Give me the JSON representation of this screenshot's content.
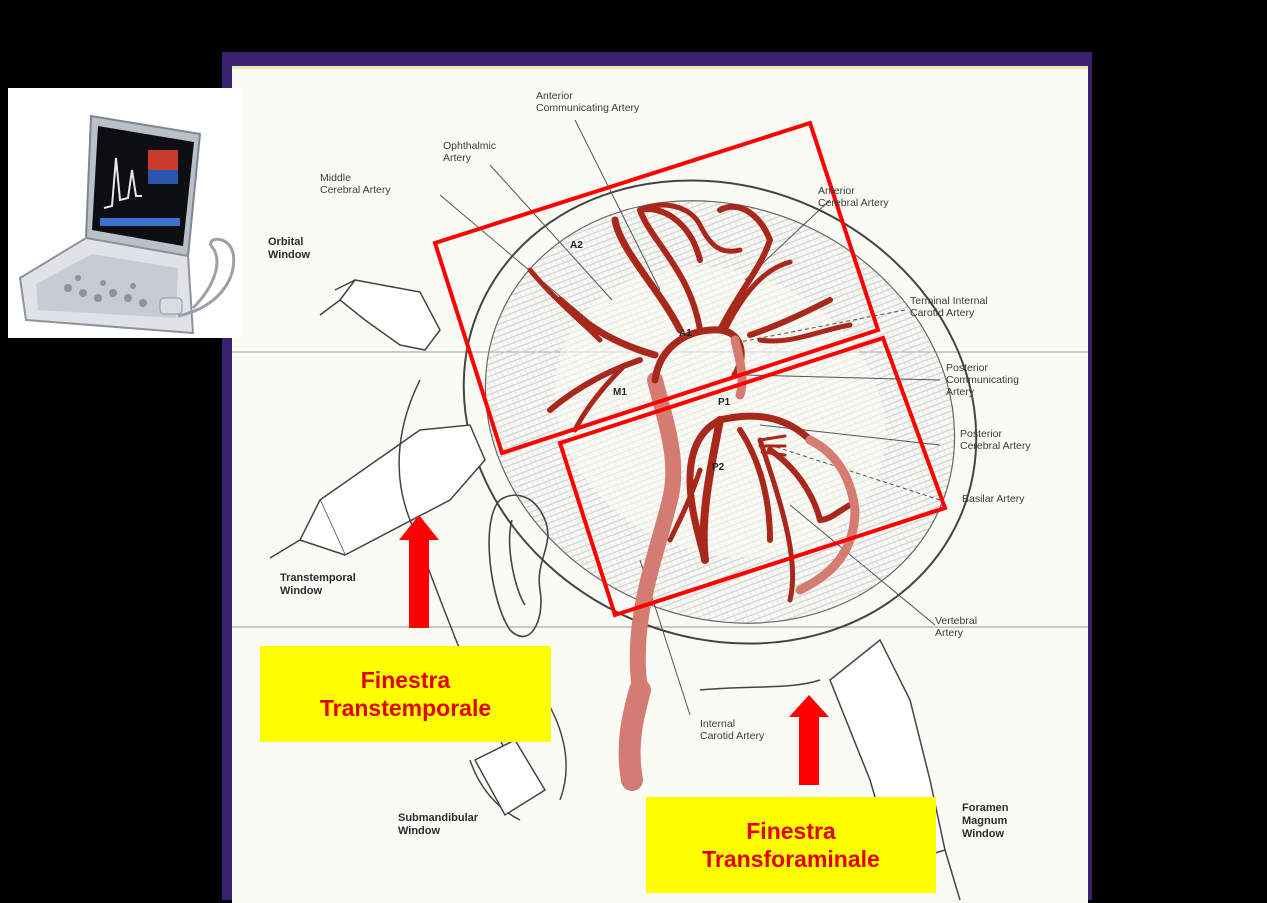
{
  "labels": {
    "anterior_communicating": "Anterior\nCommunicating Artery",
    "ophthalmic": "Ophthalmic\nArtery",
    "middle_cerebral": "Middle\nCerebral Artery",
    "anterior_cerebral": "Anterior\nCerebral Artery",
    "orbital_window": "Orbital\nWindow",
    "terminal_internal_carotid": "Terminal Internal\nCarotid Artery",
    "posterior_communicating": "Posterior\nCommunicating\nArtery",
    "posterior_cerebral": "Posterior\nCerebral Artery",
    "basilar": "Basilar Artery",
    "transtemporal_window": "Transtemporal\nWindow",
    "vertebral": "Vertebral\nArtery",
    "internal_carotid": "Internal\nCarotid Artery",
    "submandibular_window": "Submandibular\nWindow",
    "foramen_magnum_window": "Foramen\nMagnum\nWindow"
  },
  "segments": {
    "a2": "A2",
    "a1": "A1",
    "m1": "M1",
    "p1": "P1",
    "p2": "P2"
  },
  "callouts": {
    "transtemporale": {
      "line1": "Finestra",
      "line2": "Transtemporale"
    },
    "transforaminale": {
      "line1": "Finestra",
      "line2": "Transforaminale"
    }
  },
  "colors": {
    "highlight_box": "#ff0000",
    "callout_bg": "#ffff00",
    "callout_text": "#e00000",
    "artery": "#a8281c",
    "slide_frame": "#3a2070"
  }
}
